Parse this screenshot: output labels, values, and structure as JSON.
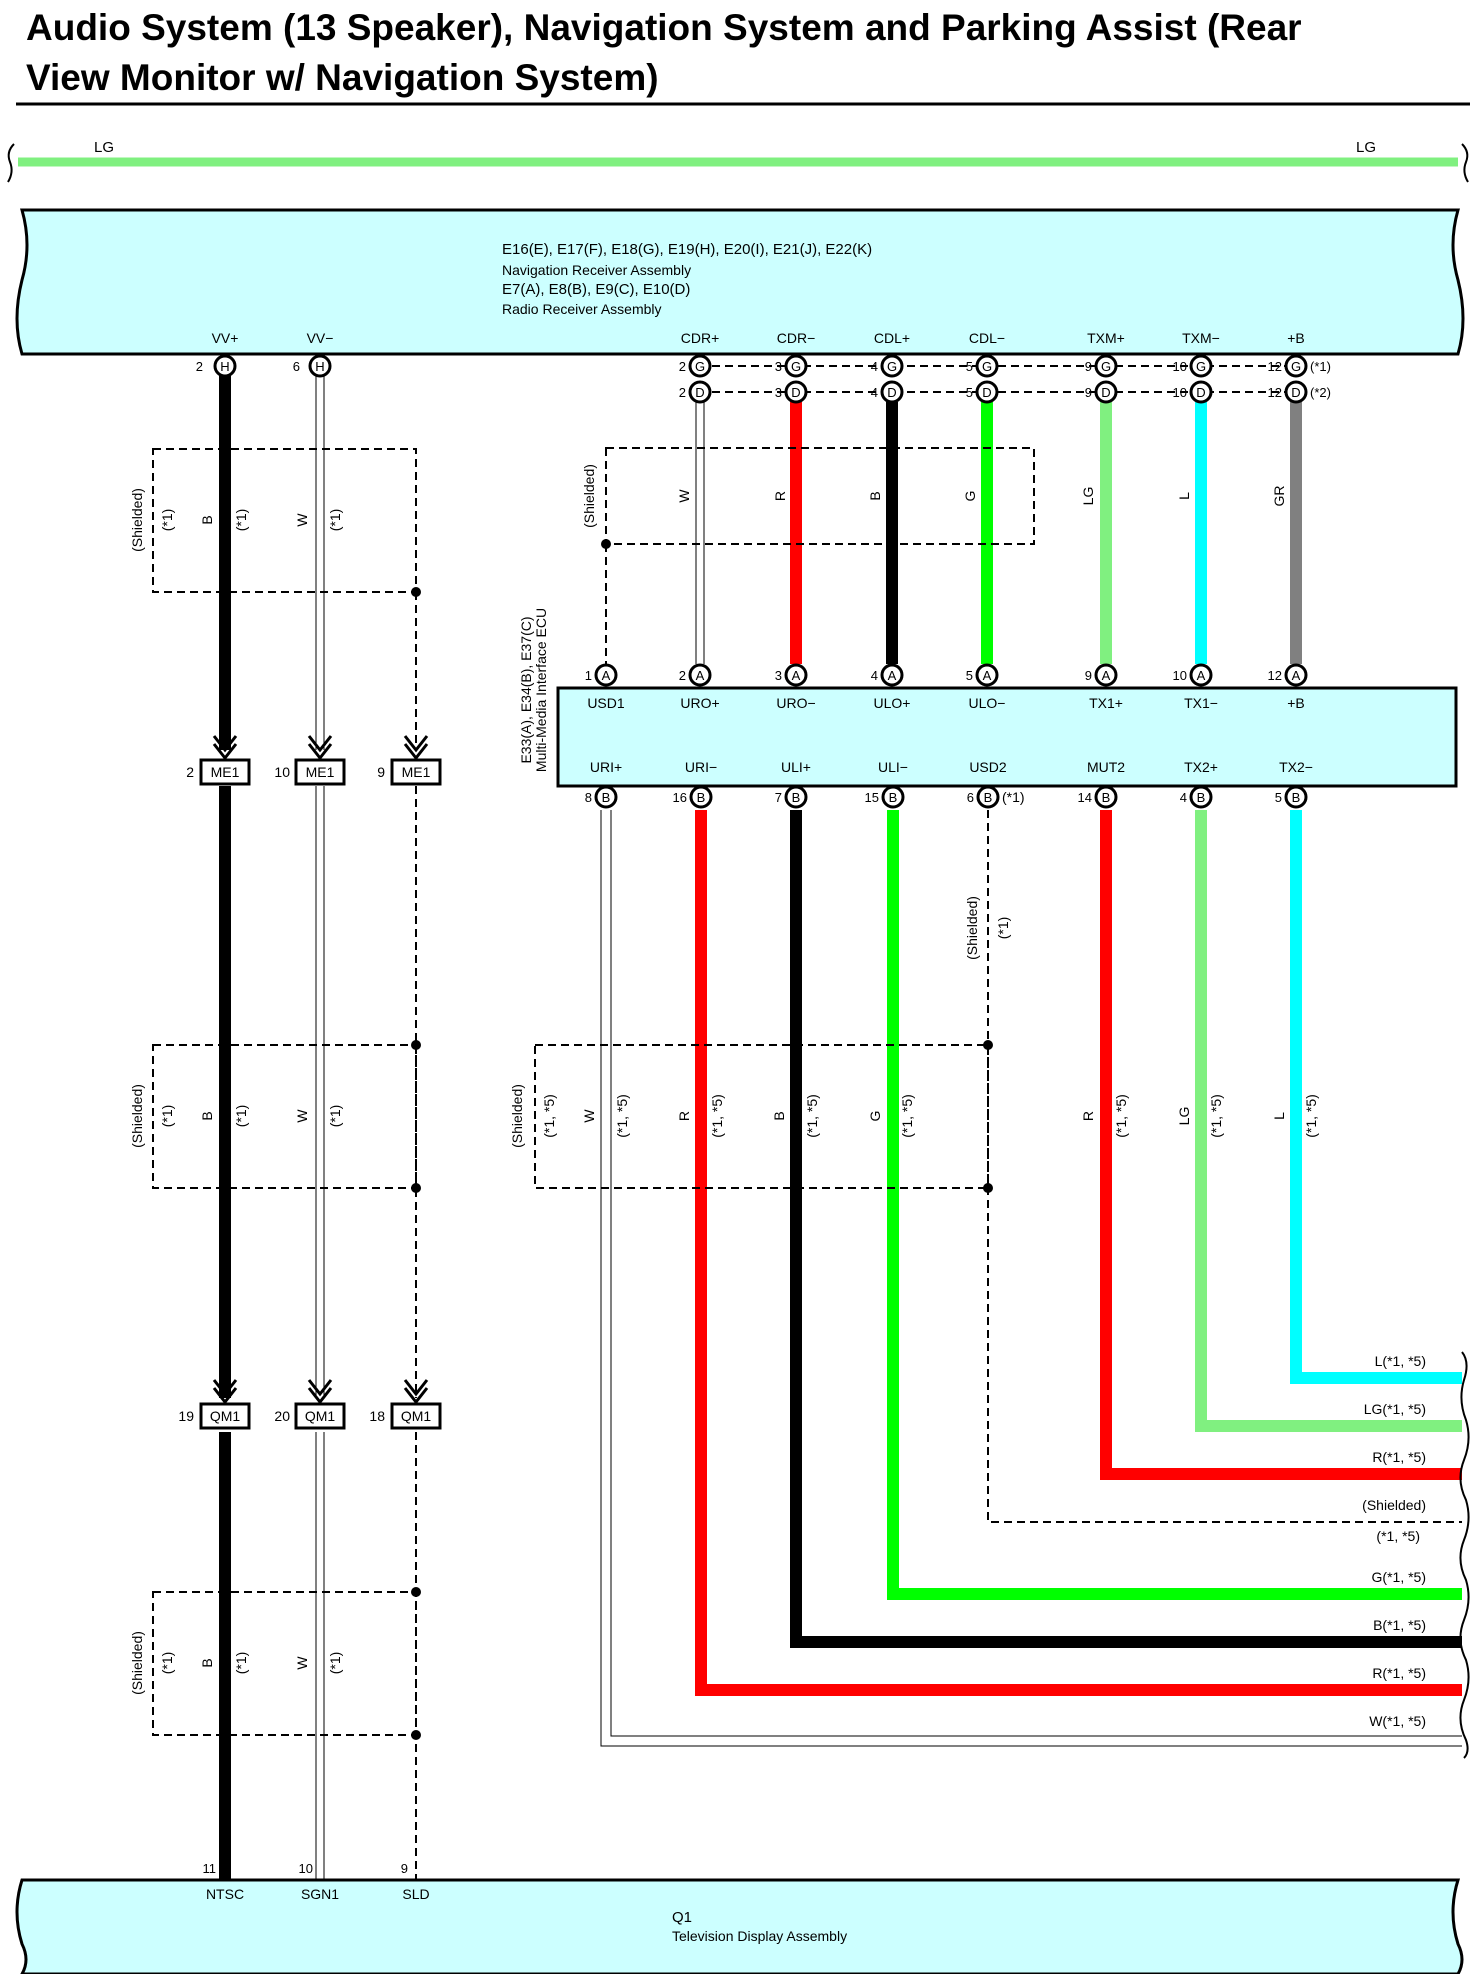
{
  "title": {
    "line1": "Audio System (13 Speaker), Navigation System and Parking Assist (Rear",
    "line2": "View Monitor w/ Navigation System)"
  },
  "top_bus": {
    "left_label": "LG",
    "right_label": "LG",
    "color": "#80f080"
  },
  "nav_unit": {
    "line1": "E16(E), E17(F), E18(G), E19(H), E20(I), E21(J), E22(K)",
    "line2": "Navigation Receiver Assembly",
    "line3": "E7(A), E8(B), E9(C), E10(D)",
    "line4": "Radio Receiver Assembly",
    "fill": "#ccffff"
  },
  "nav_terminals": {
    "vv_plus": {
      "name": "VV+",
      "pin": "2",
      "conn": "H"
    },
    "vv_minus": {
      "name": "VV−",
      "pin": "6",
      "conn": "H"
    },
    "cdr_plus": {
      "name": "CDR+",
      "pin_g": "2",
      "pin_d": "2"
    },
    "cdr_minus": {
      "name": "CDR−",
      "pin_g": "3",
      "pin_d": "3"
    },
    "cdl_plus": {
      "name": "CDL+",
      "pin_g": "4",
      "pin_d": "4"
    },
    "cdl_minus": {
      "name": "CDL−",
      "pin_g": "5",
      "pin_d": "5"
    },
    "txm_plus": {
      "name": "TXM+",
      "pin_g": "9",
      "pin_d": "9"
    },
    "txm_minus": {
      "name": "TXM−",
      "pin_g": "10",
      "pin_d": "10"
    },
    "b_plus": {
      "name": "+B",
      "pin_g": "12",
      "pin_d": "12",
      "note_g": "(*1)",
      "note_d": "(*2)"
    }
  },
  "connector_letters": {
    "G": "G",
    "D": "D",
    "A": "A",
    "B": "B",
    "H": "H"
  },
  "left_wires": {
    "shield1": {
      "shielded": "(Shielded)",
      "n1": "(*1)",
      "b": "B",
      "n2": "(*1)",
      "w": "W",
      "n3": "(*1)"
    },
    "shield2": {
      "shielded": "(Shielded)",
      "n1": "(*1)",
      "b": "B",
      "n2": "(*1)",
      "w": "W",
      "n3": "(*1)"
    },
    "shield3": {
      "shielded": "(Shielded)",
      "n1": "(*1)",
      "b": "B",
      "n2": "(*1)",
      "w": "W",
      "n3": "(*1)"
    },
    "me1": [
      {
        "pin": "2",
        "label": "ME1"
      },
      {
        "pin": "10",
        "label": "ME1"
      },
      {
        "pin": "9",
        "label": "ME1"
      }
    ],
    "qm1": [
      {
        "pin": "19",
        "label": "QM1"
      },
      {
        "pin": "20",
        "label": "QM1"
      },
      {
        "pin": "18",
        "label": "QM1"
      }
    ]
  },
  "upper_wires": {
    "shielded": "(Shielded)",
    "w": "W",
    "r": "R",
    "b": "B",
    "g": "G",
    "lg": "LG",
    "l": "L",
    "gr": "GR"
  },
  "ecu": {
    "line1": "E33(A), E34(B), E37(C)",
    "line2": "Multi-Media Interface ECU",
    "fill": "#ccffff",
    "a_pins": [
      {
        "pin": "1",
        "name": "USD1"
      },
      {
        "pin": "2",
        "name": "URO+"
      },
      {
        "pin": "3",
        "name": "URO−"
      },
      {
        "pin": "4",
        "name": "ULO+"
      },
      {
        "pin": "5",
        "name": "ULO−"
      },
      {
        "pin": "9",
        "name": "TX1+"
      },
      {
        "pin": "10",
        "name": "TX1−"
      },
      {
        "pin": "12",
        "name": "+B"
      }
    ],
    "b_pins": [
      {
        "pin": "8",
        "name": "URI+"
      },
      {
        "pin": "16",
        "name": "URI−"
      },
      {
        "pin": "7",
        "name": "ULI+"
      },
      {
        "pin": "15",
        "name": "ULI−"
      },
      {
        "pin": "6",
        "name": "USD2"
      },
      {
        "pin": "14",
        "name": "MUT2"
      },
      {
        "pin": "4",
        "name": "TX2+"
      },
      {
        "pin": "5",
        "name": "TX2−"
      }
    ],
    "usd2_note": "(*1)"
  },
  "lower_wires": {
    "usd2_shield": "(Shielded)",
    "usd2_note": "(*1)",
    "box_shielded": "(Shielded)",
    "box_note": "(*1, *5)",
    "w": "W",
    "r": "R",
    "b": "B",
    "g": "G",
    "r2": "R",
    "lg": "LG",
    "l": "L",
    "note": "(*1, *5)"
  },
  "right_exits": [
    {
      "label": "L(*1, *5)"
    },
    {
      "label": "LG(*1, *5)"
    },
    {
      "label": "R(*1, *5)"
    },
    {
      "label": "(Shielded)"
    },
    {
      "label": "(*1, *5)"
    },
    {
      "label": "G(*1, *5)"
    },
    {
      "label": "B(*1, *5)"
    },
    {
      "label": "R(*1, *5)"
    },
    {
      "label": "W(*1, *5)"
    }
  ],
  "tv_unit": {
    "line1": "Q1",
    "line2": "Television Display Assembly",
    "fill": "#ccffff",
    "pins": [
      {
        "pin": "11",
        "name": "NTSC"
      },
      {
        "pin": "10",
        "name": "SGN1"
      },
      {
        "pin": "9",
        "name": "SLD"
      }
    ]
  },
  "colors": {
    "B": "#000000",
    "W": "#ffffff",
    "R": "#ff0000",
    "G": "#00ff00",
    "LG": "#80f080",
    "L": "#00ffff",
    "GR": "#808080"
  }
}
